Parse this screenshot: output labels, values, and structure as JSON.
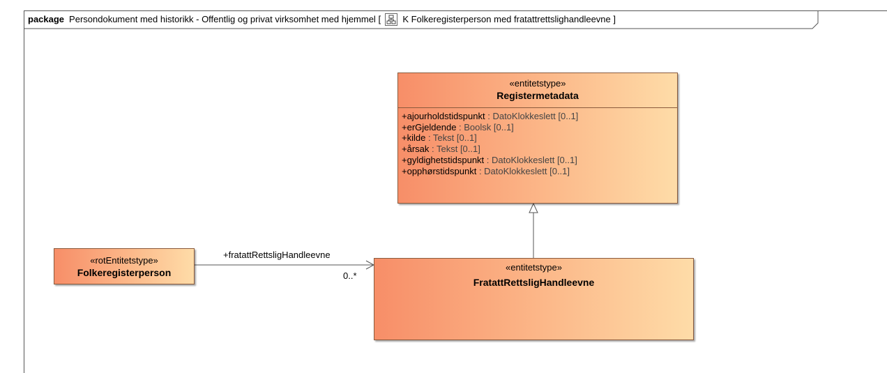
{
  "frame": {
    "keyword": "package",
    "title": "Persondokument med historikk - Offentlig og privat virksomhet med hjemmel",
    "open_bracket": "[",
    "diagram_name": "K Folkeregisterperson med fratattrettslighandleevne",
    "close_bracket": "]",
    "icon": "diagram-icon"
  },
  "classes": {
    "registermetadata": {
      "stereotype": "«entitetstype»",
      "name": "Registermetadata",
      "attributes": [
        {
          "name": "+ajourholdstidspunkt",
          "type": " : DatoKlokkeslett [0..1]"
        },
        {
          "name": "+erGjeldende",
          "type": " : Boolsk [0..1]"
        },
        {
          "name": "+kilde",
          "type": " : Tekst [0..1]"
        },
        {
          "name": "+årsak",
          "type": " : Tekst [0..1]"
        },
        {
          "name": "+gyldighetstidspunkt",
          "type": " : DatoKlokkeslett [0..1]"
        },
        {
          "name": "+opphørstidspunkt",
          "type": " : DatoKlokkeslett [0..1]"
        }
      ]
    },
    "folkeregisterperson": {
      "stereotype": "«rotEntitetstype»",
      "name": "Folkeregisterperson"
    },
    "fratatt": {
      "stereotype": "«entitetstype»",
      "name": "FratattRettsligHandleevne"
    }
  },
  "association": {
    "role": "+fratattRettsligHandleevne",
    "multiplicity": "0..*"
  }
}
